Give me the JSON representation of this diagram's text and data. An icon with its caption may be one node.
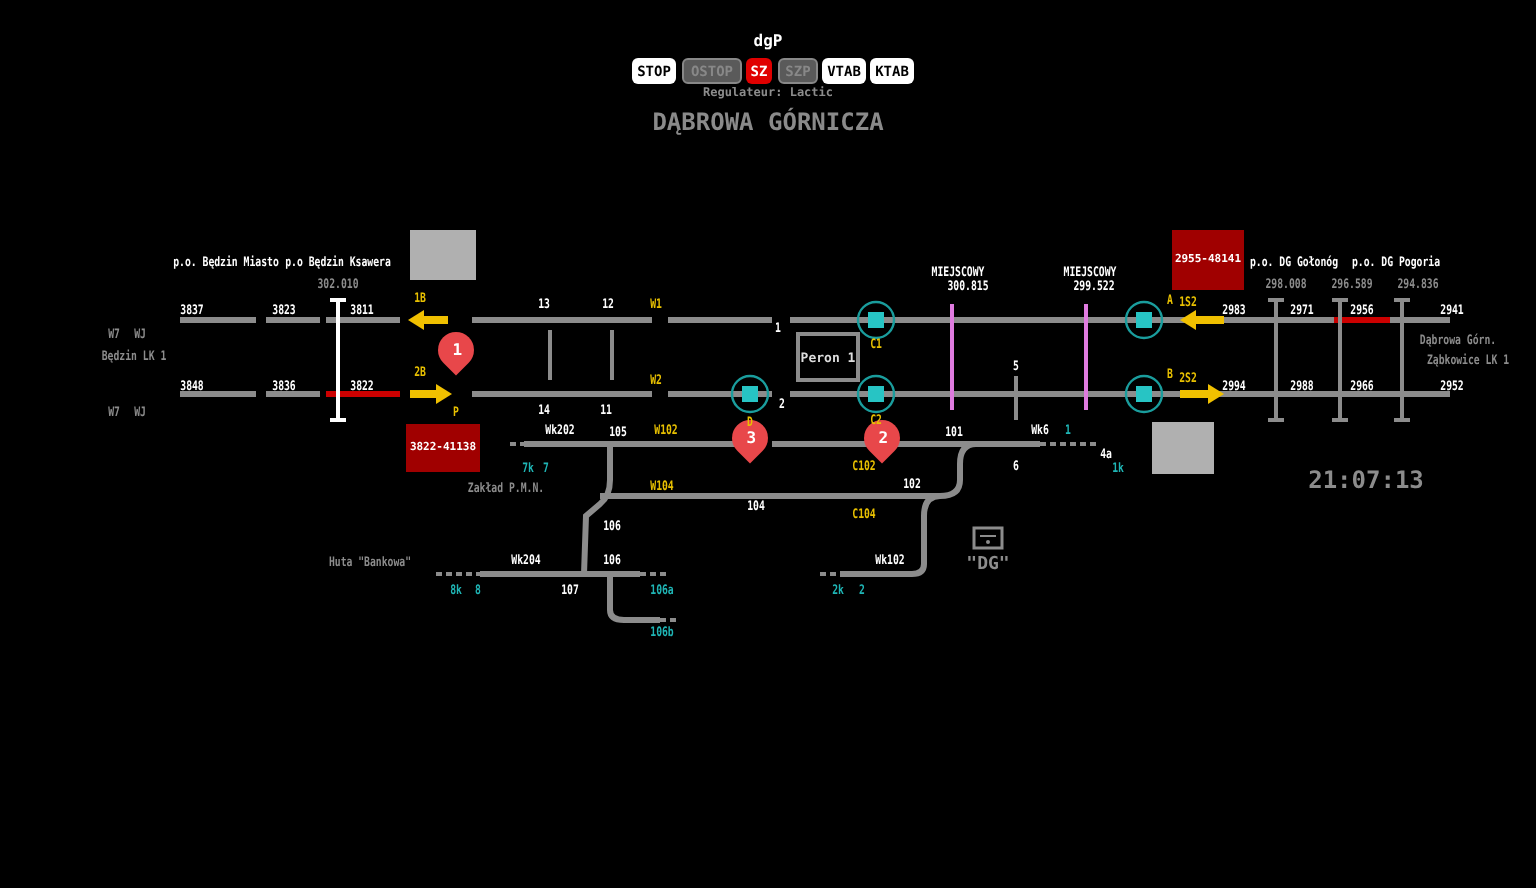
{
  "diagram": {
    "title": "DĄBROWA GÓRNICZA",
    "nodes": [
      {
        "text": [
          "STOP"
        ]
      },
      {
        "text": [
          "OSTOP"
        ]
      },
      {
        "text": [
          "SZ"
        ]
      },
      {
        "text": [
          "SZP"
        ]
      },
      {
        "text": [
          "VTAB"
        ]
      },
      {
        "text": [
          "KTAB"
        ]
      },
      {
        "text": [],
        "shape": "box"
      },
      {
        "text": [
          "2955-48141"
        ]
      },
      {
        "text": [
          "Peron 1"
        ]
      },
      {
        "text": [
          "1"
        ]
      },
      {
        "text": [
          "3822-41138"
        ]
      },
      {
        "text": [
          "3"
        ]
      },
      {
        "text": [
          "2"
        ]
      },
      {
        "text": [],
        "shape": "box"
      }
    ],
    "labels": [
      "dgP",
      "Regulateur: Lactic",
      "p.o. Będzin Miasto",
      "p.o Będzin Ksawera",
      "MIEJSCOWY",
      "MIEJSCOWY",
      "p.o. DG Gołonóg",
      "p.o. DG Pogoria",
      "302.010",
      "300.815",
      "299.522",
      "298.008",
      "296.589",
      "294.836",
      "1B",
      "13",
      "12",
      "W1",
      "A",
      "1S2",
      "3837",
      "3823",
      "3811",
      "1",
      "2983",
      "2971",
      "2956",
      "2941",
      "W7",
      "WJ",
      "C1",
      "Dąbrowa Górn.",
      "Będzin LK 1",
      "Ząbkowice LK 1",
      "2B",
      "W2",
      "5",
      "B",
      "2S2",
      "3848",
      "3836",
      "3822",
      "2",
      "2994",
      "2988",
      "2966",
      "2952",
      "W7",
      "WJ",
      "D",
      "P",
      "14",
      "11",
      "C2",
      "Wk202",
      "105",
      "W102",
      "101",
      "Wk6",
      "1",
      "4a",
      "7k",
      "7",
      "C102",
      "6",
      "1k",
      "21:07:13",
      "Zakład P.M.N.",
      "W104",
      "102",
      "104",
      "106",
      "C104",
      "Huta \"Bankowa\"",
      "Wk204",
      "106",
      "Wk102",
      "\"DG\"",
      "8k",
      "8",
      "107",
      "106a",
      "2k",
      "2",
      "106b"
    ]
  }
}
